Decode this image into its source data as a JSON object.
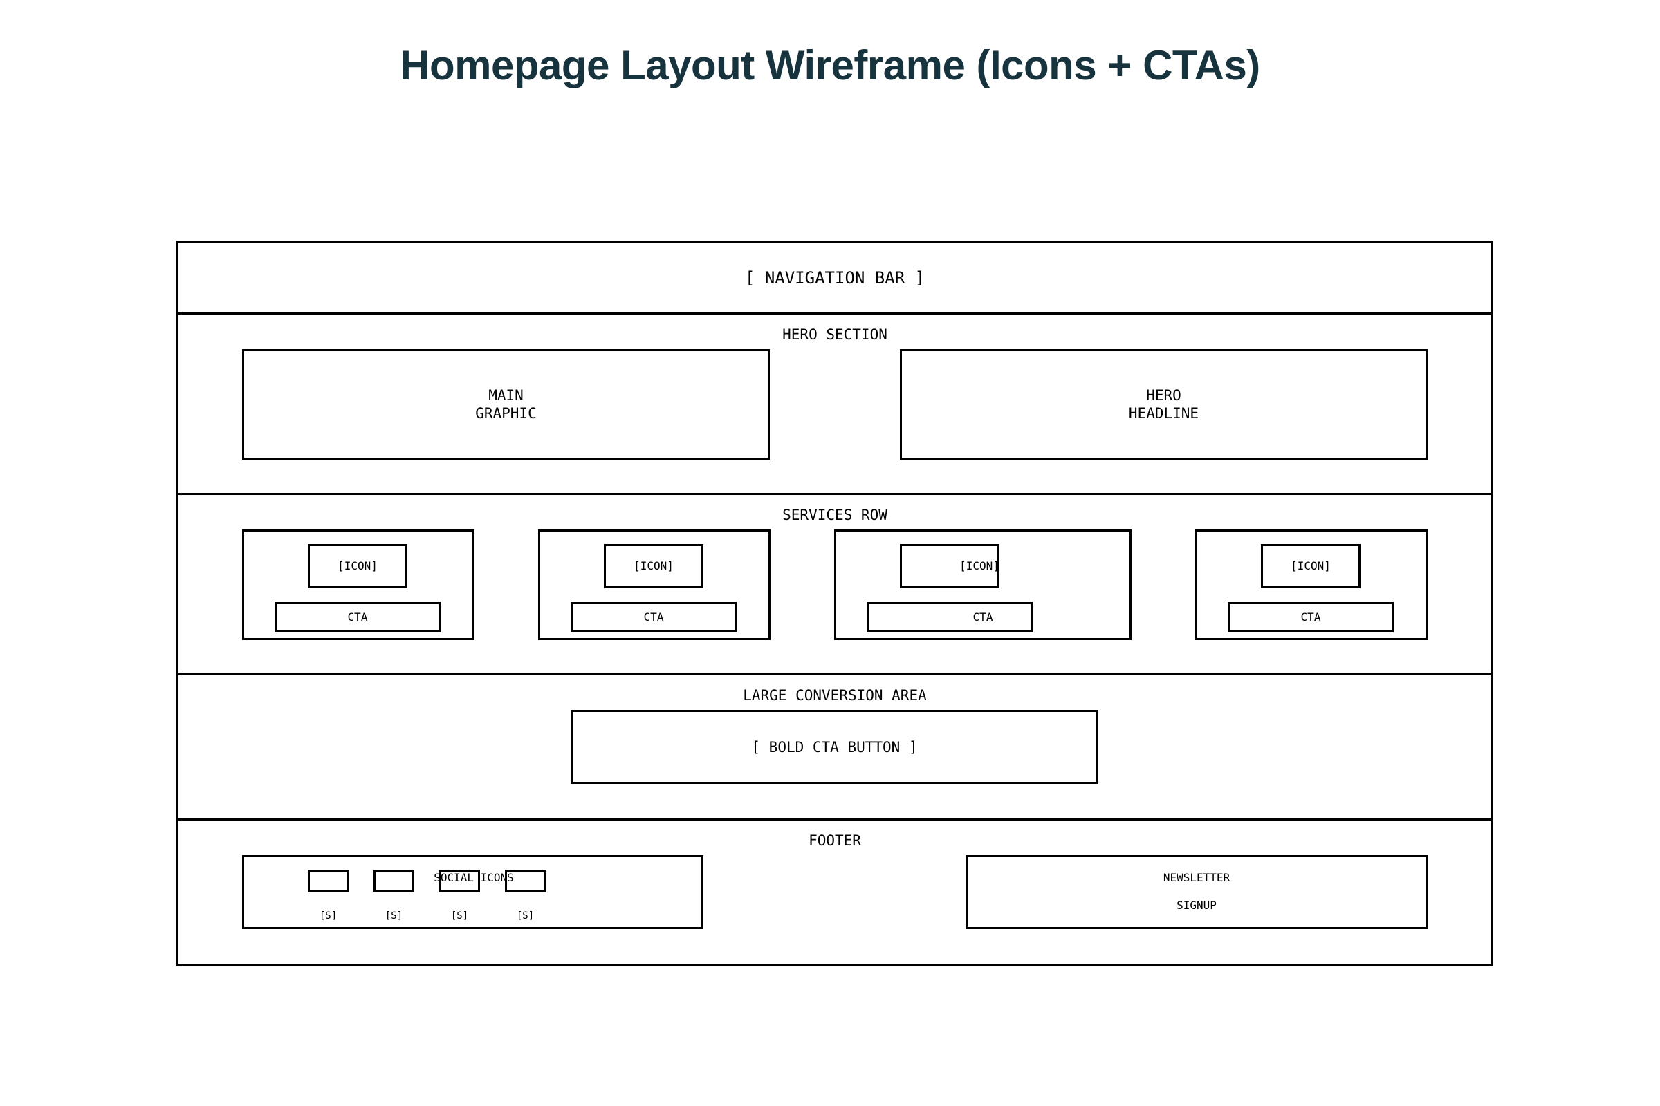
{
  "title": "Homepage Layout Wireframe (Icons + CTAs)",
  "navigation": {
    "label": "[ NAVIGATION BAR ]"
  },
  "hero": {
    "label": "HERO SECTION",
    "main_graphic": [
      "MAIN",
      "GRAPHIC"
    ],
    "headline": [
      "HERO",
      "HEADLINE"
    ]
  },
  "services": {
    "label": "SERVICES ROW",
    "cards": [
      {
        "icon": "[ICON]",
        "cta": "CTA"
      },
      {
        "icon": "[ICON]",
        "cta": "CTA"
      },
      {
        "icon": "[ICON]",
        "cta": "CTA"
      },
      {
        "icon": "[ICON]",
        "cta": "CTA"
      }
    ]
  },
  "conversion": {
    "label": "LARGE CONVERSION AREA",
    "button": "[ BOLD CTA BUTTON ]"
  },
  "footer": {
    "label": "FOOTER",
    "social_label": "SOCIAL ICONS",
    "social_items": [
      "[S]",
      "[S]",
      "[S]",
      "[S]"
    ],
    "newsletter": [
      "NEWSLETTER",
      "SIGNUP"
    ]
  }
}
